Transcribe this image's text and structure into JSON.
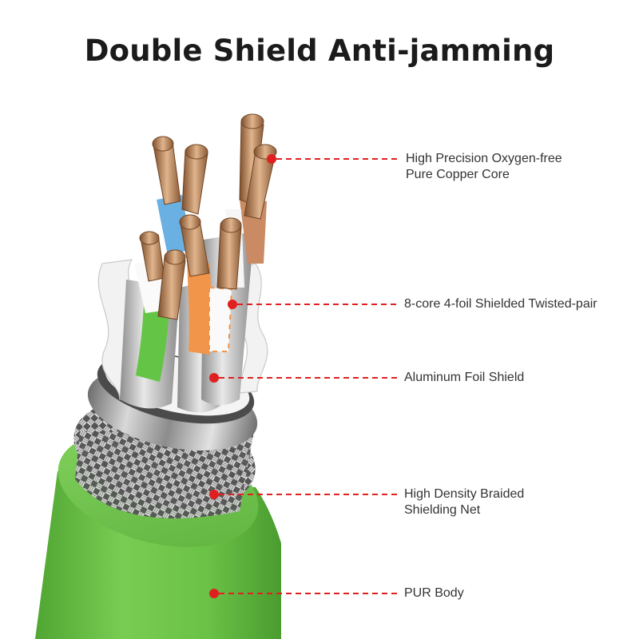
{
  "title": "Double Shield Anti-jamming",
  "callouts": [
    {
      "id": "copper-core",
      "lines": [
        "High Precision Oxygen-free",
        "Pure Copper Core"
      ]
    },
    {
      "id": "twisted-pair",
      "lines": [
        "8-core 4-foil Shielded Twisted-pair"
      ]
    },
    {
      "id": "foil-shield",
      "lines": [
        "Aluminum Foil Shield"
      ]
    },
    {
      "id": "braided-net",
      "lines": [
        "High Density Braided",
        "Shielding Net"
      ]
    },
    {
      "id": "pur-body",
      "lines": [
        "PUR Body"
      ]
    }
  ],
  "colors": {
    "callout_red": "#e02020",
    "jacket_green": "#72c74a",
    "copper": "#b07a52",
    "braid": "#8a8a8a",
    "foil": "#9a9a9a",
    "wire_blue": "#6ab0e2",
    "wire_orange": "#f0954a",
    "wire_green": "#64c445",
    "wire_brown": "#c98a64"
  }
}
